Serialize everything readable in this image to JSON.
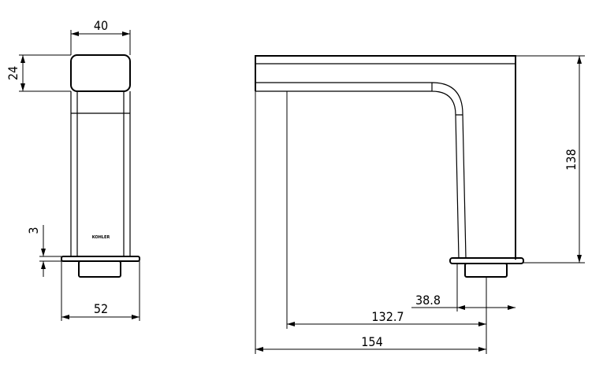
{
  "drawing": {
    "side_view": {
      "handle_width": "40",
      "handle_height": "24",
      "base_thickness": "3",
      "base_width": "52",
      "logo": "KOHLER"
    },
    "front_view": {
      "height": "138",
      "aerator_offset": "38.8",
      "reach": "132.7",
      "overall_length": "154"
    }
  }
}
